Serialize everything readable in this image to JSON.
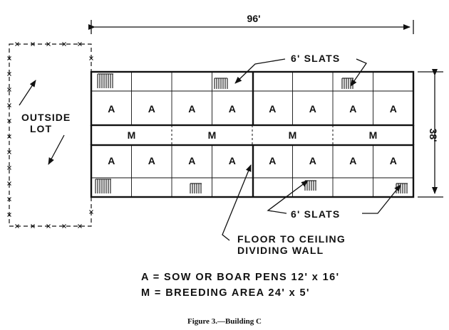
{
  "diagram": {
    "dimension_width": "96'",
    "dimension_height": "38'",
    "outside_lot_label_line1": "OUTSIDE",
    "outside_lot_label_line2": "LOT",
    "slats_label_top": "6' SLATS",
    "slats_label_bottom": "6' SLATS",
    "wall_label_line1": "FLOOR TO CEILING",
    "wall_label_line2": "DIVIDING WALL",
    "pen_letter": "A",
    "aisle_letter": "M"
  },
  "legend": [
    {
      "text": "A = SOW OR BOAR PENS 12' x 16'"
    },
    {
      "text": "M = BREEDING AREA 24' x 5'"
    }
  ],
  "caption": "Figure 3.—Building C",
  "colors": {
    "ink": "#111111",
    "paper": "#ffffff"
  }
}
